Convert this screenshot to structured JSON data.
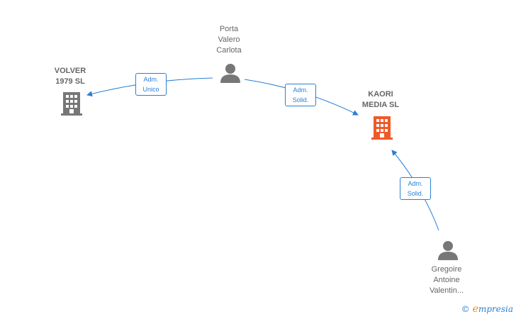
{
  "nodes": {
    "porta": {
      "lines": [
        "Porta",
        "Valero",
        "Carlota"
      ],
      "type": "person"
    },
    "volver": {
      "lines": [
        "VOLVER",
        "1979  SL"
      ],
      "type": "company"
    },
    "kaori": {
      "lines": [
        "KAORI",
        "MEDIA  SL"
      ],
      "type": "company-main"
    },
    "gregoire": {
      "lines": [
        "Gregoire",
        "Antoine",
        "Valentin..."
      ],
      "type": "person"
    }
  },
  "edges": {
    "porta_volver": [
      "Adm.",
      "Unico"
    ],
    "porta_kaori": [
      "Adm.",
      "Solid."
    ],
    "gregoire_kaori": [
      "Adm.",
      "Solid."
    ]
  },
  "colors": {
    "edge": "#2a7fd4",
    "company": "#777777",
    "company_main": "#f05a28",
    "person": "#777777"
  },
  "watermark": {
    "symbol": "©",
    "brand_initial": "e",
    "brand_rest": "mpresia"
  }
}
